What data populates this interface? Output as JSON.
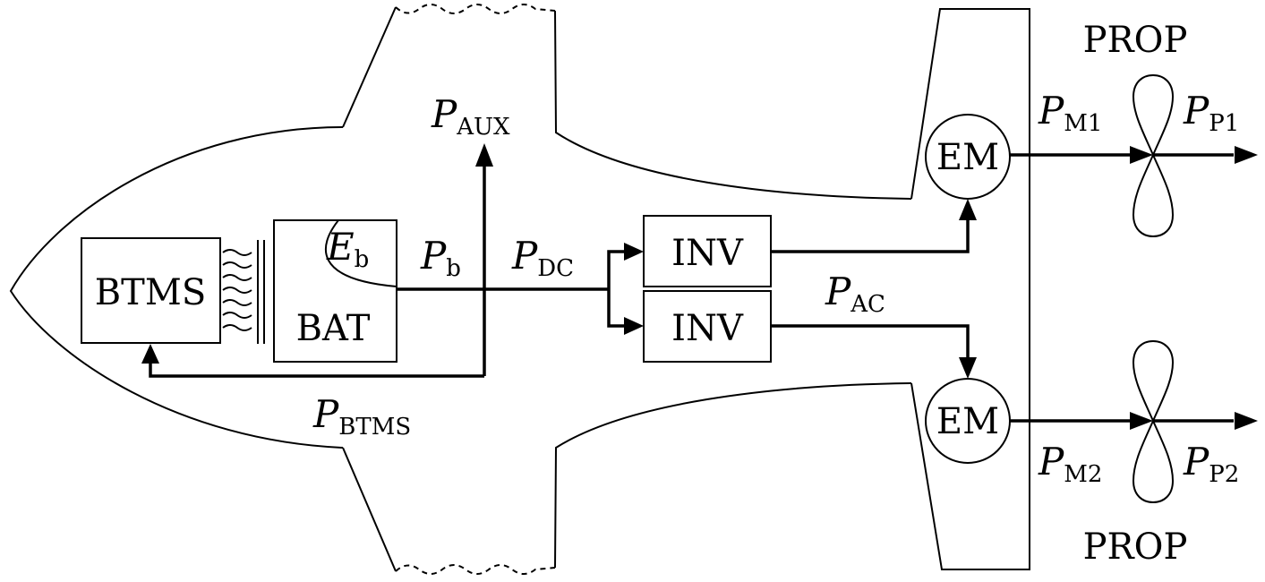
{
  "components": {
    "btms": "BTMS",
    "battery": "BAT",
    "inverter_1": "INV",
    "inverter_2": "INV",
    "motor_1": "EM",
    "motor_2": "EM",
    "propeller_1": "PROP",
    "propeller_2": "PROP"
  },
  "quantities": {
    "battery_energy": {
      "symbol": "E",
      "subscript": "b"
    },
    "battery_power": {
      "symbol": "P",
      "subscript": "b"
    },
    "auxiliary_power": {
      "symbol": "P",
      "subscript": "AUX"
    },
    "dc_bus_power": {
      "symbol": "P",
      "subscript": "DC"
    },
    "ac_power": {
      "symbol": "P",
      "subscript": "AC"
    },
    "btms_power": {
      "symbol": "P",
      "subscript": "BTMS"
    },
    "motor_1_power": {
      "symbol": "P",
      "subscript": "M1"
    },
    "motor_2_power": {
      "symbol": "P",
      "subscript": "M2"
    },
    "propeller_1_power": {
      "symbol": "P",
      "subscript": "P1"
    },
    "propeller_2_power": {
      "symbol": "P",
      "subscript": "P2"
    }
  }
}
